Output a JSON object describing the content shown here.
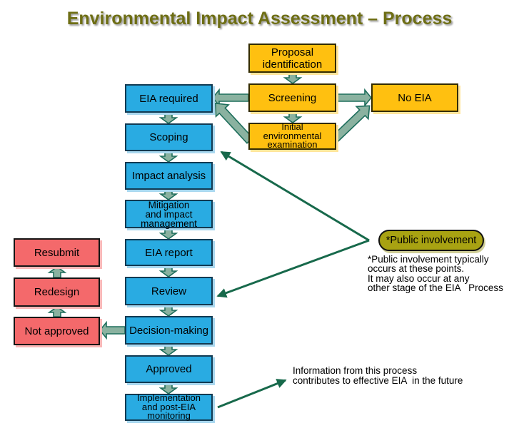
{
  "title": "Environmental Impact Assessment – Process",
  "nodes": {
    "proposal": "Proposal\nidentification",
    "screening": "Screening",
    "no_eia": "No EIA",
    "iee": "Initial\nenvironmental\nexamination",
    "eia_required": "EIA required",
    "scoping": "Scoping",
    "impact_analysis": "Impact analysis",
    "mitigation": "Mitigation\nand impact\nmanagement",
    "eia_report": "EIA report",
    "review": "Review",
    "decision_making": "Decision-making",
    "approved": "Approved",
    "implementation": "Implementation\nand post-EIA\nmonitoring",
    "resubmit": "Resubmit",
    "redesign": "Redesign",
    "not_approved": "Not approved",
    "public_involvement": "*Public involvement"
  },
  "notes": {
    "public_involvement_note": "*Public involvement typically\noccurs at these points.\nIt may also occur at any\nother stage of the EIA   Process",
    "info_note": "Information from this process\ncontributes to effective EIA  in the future"
  },
  "colors": {
    "title_text": "#6E6E14",
    "orange_fill": "#FFC010",
    "blue_fill": "#29ABE2",
    "red_fill": "#F4696B",
    "olive_fill": "#A8A212",
    "block_arrow_fill": "#8AB2A0",
    "block_arrow_stroke": "#1E6E5C",
    "thin_arrow": "#17694B"
  }
}
